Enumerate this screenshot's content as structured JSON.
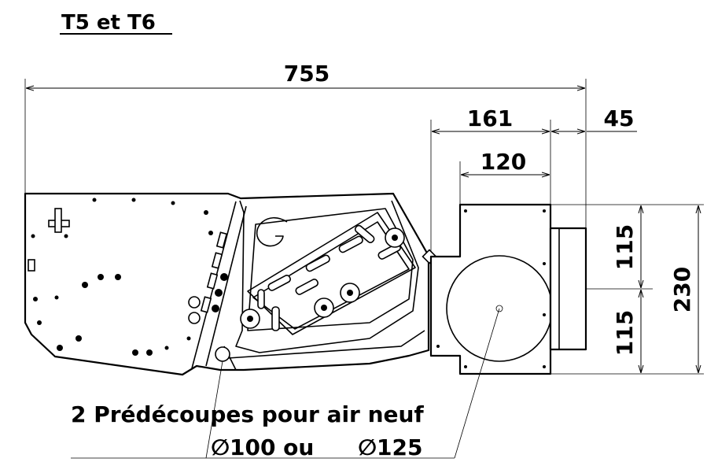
{
  "title": "T5 et T6",
  "dimensions": {
    "overall_length": "755",
    "box_depth": "161",
    "collar_offset": "45",
    "box_width": "120",
    "half_height_top": "115",
    "half_height_bottom": "115",
    "total_height": "230"
  },
  "note": {
    "line1": "2 Prédécoupes pour air neuf",
    "line2_a": "∅100 ou ",
    "line2_b": "∅125"
  }
}
